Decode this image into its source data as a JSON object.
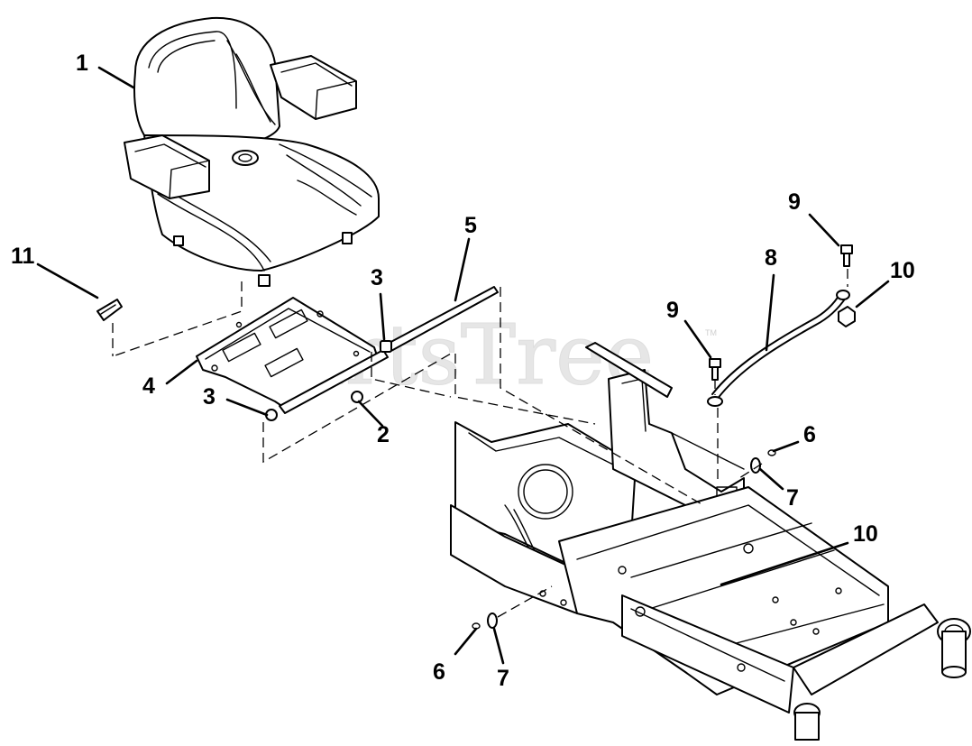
{
  "watermark": {
    "text": "PartsTree",
    "trademark": "TM"
  },
  "callouts": [
    {
      "id": "c1",
      "number": "1"
    },
    {
      "id": "c2",
      "number": "2"
    },
    {
      "id": "c3a",
      "number": "3"
    },
    {
      "id": "c3b",
      "number": "3"
    },
    {
      "id": "c4",
      "number": "4"
    },
    {
      "id": "c5",
      "number": "5"
    },
    {
      "id": "c6a",
      "number": "6"
    },
    {
      "id": "c6b",
      "number": "6"
    },
    {
      "id": "c7a",
      "number": "7"
    },
    {
      "id": "c7b",
      "number": "7"
    },
    {
      "id": "c8",
      "number": "8"
    },
    {
      "id": "c9a",
      "number": "9"
    },
    {
      "id": "c9b",
      "number": "9"
    },
    {
      "id": "c10a",
      "number": "10"
    },
    {
      "id": "c10b",
      "number": "10"
    },
    {
      "id": "c11",
      "number": "11"
    }
  ]
}
